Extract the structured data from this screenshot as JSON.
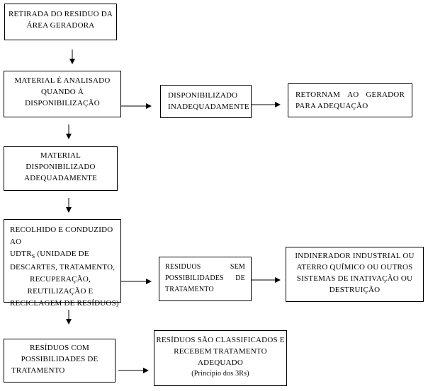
{
  "boxes": {
    "b1": {
      "line1": "RETIRADA DO RESIDUO DA",
      "line2": "ÁREA GERADORA"
    },
    "b2": {
      "line1": "MATERIAL É ANALISADO",
      "line2": "QUANDO À",
      "line3": "DISPONIBILIZAÇÃO"
    },
    "b3": {
      "line1": "DISPONIBILIZADO",
      "line2": "INADEQUADAMENTE"
    },
    "b4": {
      "line1a": "RETORNAM",
      "line1b": "AO",
      "line1c": "GERADOR",
      "line2": "PARA ADEQUAÇÃO"
    },
    "b5": {
      "line1": "MATERIAL",
      "line2": "DISPONIBILIZADO",
      "line3": "ADEQUADAMENTE"
    },
    "b6": {
      "line1": "RECOLHIDO E CONDUZIDO AO",
      "line2a": "UDTR",
      "line2sub": "S",
      "line2b": " (UNIDADE DE",
      "line3": "DESCARTES, TRATAMENTO,",
      "line4": "RECUPERAÇÃO,",
      "line5": "REUTILIZAÇÃO E",
      "line6": "RECICLAGEM DE RESÍDUOS)"
    },
    "b7": {
      "line1a": "RESIDUOS",
      "line1b": "SEM",
      "line2a": "POSSIBILIDADES",
      "line2b": "DE",
      "line3": "TRATAMENTO"
    },
    "b8": {
      "line1": "INDINERADOR INDUSTRIAL OU",
      "line2": "ATERRO QUÍMICO OU OUTROS",
      "line3": "SISTEMAS DE INATIVAÇÃO OU",
      "line4": "DESTRUIÇÃO"
    },
    "b9": {
      "line1": "RESÍDUOS COM",
      "line2": "POSSIBILIDADES DE",
      "line3": "TRATAMENTO"
    },
    "b10": {
      "line1": "RESÍDUOS SÃO CLASSIFICADOS E",
      "line2": "RECEBEM TRATAMENTO",
      "line3": "ADEQUADO",
      "line4": "(Princípio dos 3Rs)"
    }
  }
}
